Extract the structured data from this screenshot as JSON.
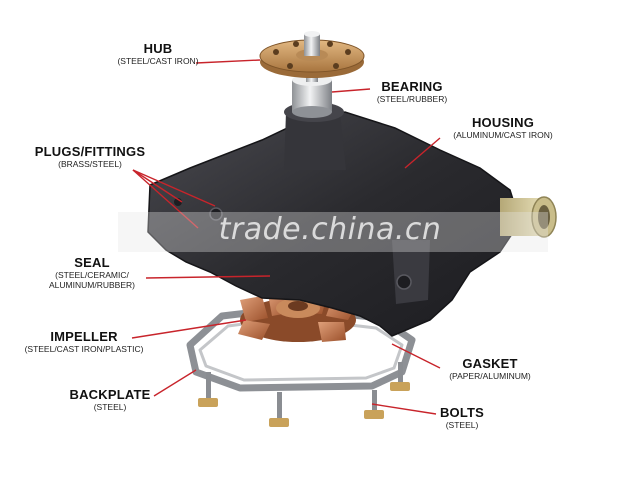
{
  "labels": {
    "hub": {
      "name": "HUB",
      "material": "(STEEL/CAST IRON)"
    },
    "bearing": {
      "name": "BEARING",
      "material": "(STEEL/RUBBER)"
    },
    "housing": {
      "name": "HOUSING",
      "material": "(ALUMINUM/CAST IRON)"
    },
    "plugs": {
      "name": "PLUGS/FITTINGS",
      "material": "(BRASS/STEEL)"
    },
    "seal": {
      "name": "SEAL",
      "material_line1": "(STEEL/CERAMIC/",
      "material_line2": "ALUMINUM/RUBBER)"
    },
    "impeller": {
      "name": "IMPELLER",
      "material": "(STEEL/CAST IRON/PLASTIC)"
    },
    "gasket": {
      "name": "GASKET",
      "material": "(PAPER/ALUMINUM)"
    },
    "backplate": {
      "name": "BACKPLATE",
      "material": "(STEEL)"
    },
    "bolts": {
      "name": "BOLTS",
      "material": "(STEEL)"
    }
  },
  "watermark": "trade.china.cn",
  "colors": {
    "leader_line": "#c8242b",
    "housing": "#2e2e33",
    "brass": "#c9965a",
    "copper": "#b86a3f",
    "steel": "#c7c9cc",
    "gasket": "#9a9ca0"
  }
}
